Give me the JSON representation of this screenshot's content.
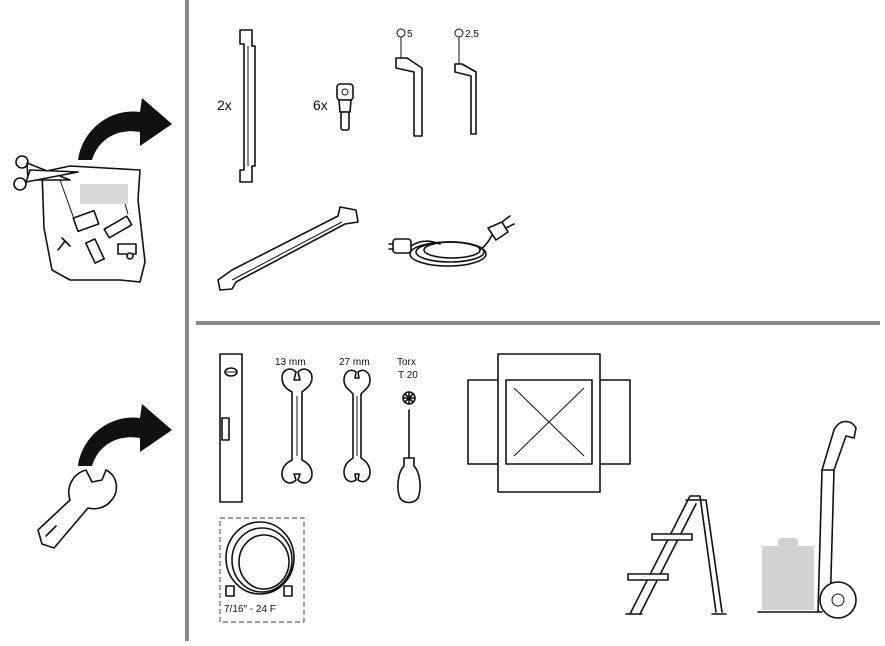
{
  "labels": {
    "handles_qty": "2x",
    "screws_qty": "6x",
    "hex_key_large": "5",
    "hex_key_small": "2,5",
    "wrench_small": "13 mm",
    "wrench_large": "27 mm",
    "torx_line1": "Torx",
    "torx_line2": "T 20",
    "hose_thread": "7/16″ - 24 F"
  },
  "icons": {
    "unpack": "scissors-cutting-bag-icon",
    "tools": "wrench-icon",
    "arrow": "curved-arrow-icon"
  }
}
